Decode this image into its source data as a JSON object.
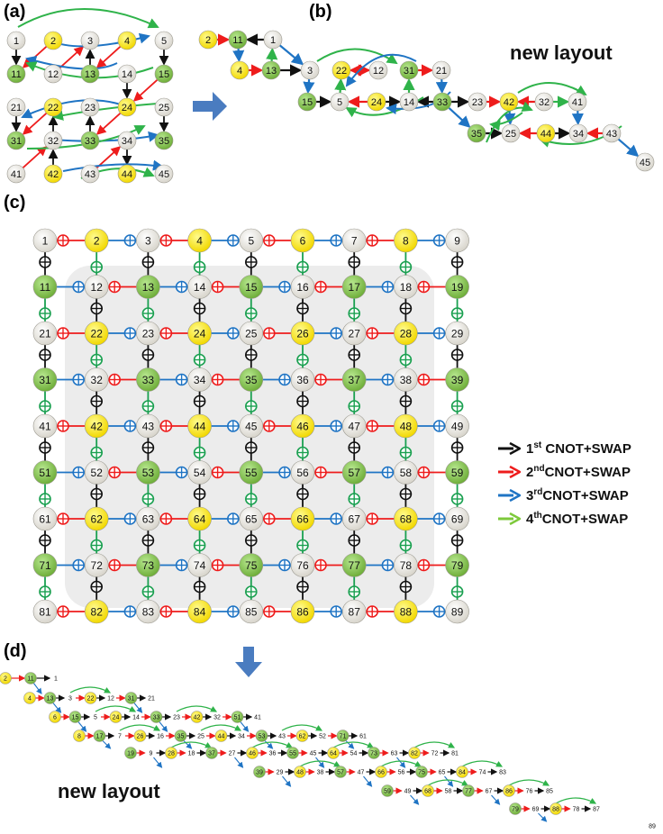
{
  "panels": {
    "a": "(a)",
    "b": "(b)",
    "c": "(c)",
    "d": "(d)"
  },
  "captions": {
    "b_new_layout": "new layout",
    "d_new_layout": "new layout"
  },
  "legend": [
    {
      "ord": "1",
      "sup": "st",
      "rest": " CNOT+SWAP",
      "color": "#111111"
    },
    {
      "ord": "2",
      "sup": "nd",
      "rest": "CNOT+SWAP",
      "color": "#ee1c1c"
    },
    {
      "ord": "3",
      "sup": "rd",
      "rest": "CNOT+SWAP",
      "color": "#1f74c4"
    },
    {
      "ord": "4",
      "sup": "th",
      "rest": "CNOT+SWAP",
      "color": "#7dc93b"
    }
  ],
  "colors": {
    "yellow": "#ffee00",
    "green": "#8cc850",
    "white": "#f2f0ea",
    "black": "#111111",
    "red": "#ee1c1c",
    "blue": "#1f74c4",
    "teal": "#1aa050"
  },
  "grid_c": {
    "rows": [
      [
        "1",
        "2",
        "3",
        "4",
        "5",
        "6",
        "7",
        "8",
        "9"
      ],
      [
        "11",
        "12",
        "13",
        "14",
        "15",
        "16",
        "17",
        "18",
        "19"
      ],
      [
        "21",
        "22",
        "23",
        "24",
        "25",
        "26",
        "27",
        "28",
        "29"
      ],
      [
        "31",
        "32",
        "33",
        "34",
        "35",
        "36",
        "37",
        "38",
        "39"
      ],
      [
        "41",
        "42",
        "43",
        "44",
        "45",
        "46",
        "47",
        "48",
        "49"
      ],
      [
        "51",
        "52",
        "53",
        "54",
        "55",
        "56",
        "57",
        "58",
        "59"
      ],
      [
        "61",
        "62",
        "63",
        "64",
        "65",
        "66",
        "67",
        "68",
        "69"
      ],
      [
        "71",
        "72",
        "73",
        "74",
        "75",
        "76",
        "77",
        "78",
        "79"
      ],
      [
        "81",
        "82",
        "83",
        "84",
        "85",
        "86",
        "87",
        "88",
        "89"
      ]
    ]
  },
  "grid_a": {
    "nodes": [
      [
        "1",
        "2",
        "3",
        "4",
        "5"
      ],
      [
        "11",
        "12",
        "13",
        "14",
        "15"
      ],
      [
        "21",
        "22",
        "23",
        "24",
        "25"
      ],
      [
        "31",
        "32",
        "33",
        "34",
        "35"
      ],
      [
        "41",
        "42",
        "43",
        "44",
        "45"
      ]
    ]
  },
  "layout_b": [
    [
      "2",
      ""
    ],
    [
      "11",
      ""
    ],
    [
      "1",
      ""
    ],
    [
      "4",
      ""
    ],
    [
      "13",
      ""
    ],
    [
      "3",
      ""
    ],
    [
      "22",
      ""
    ],
    [
      "12",
      ""
    ],
    [
      "31",
      ""
    ],
    [
      "21",
      ""
    ],
    [
      "15",
      ""
    ],
    [
      "5",
      ""
    ],
    [
      "24",
      ""
    ],
    [
      "14",
      ""
    ],
    [
      "33",
      ""
    ],
    [
      "23",
      ""
    ],
    [
      "42",
      ""
    ],
    [
      "32",
      ""
    ],
    [
      "41",
      ""
    ],
    [
      "35",
      ""
    ],
    [
      "25",
      ""
    ],
    [
      "44",
      ""
    ],
    [
      "34",
      ""
    ],
    [
      "43",
      ""
    ],
    [
      "45",
      ""
    ]
  ],
  "layout_d": [
    "2",
    "11",
    "1",
    "4",
    "13",
    "3",
    "22",
    "12",
    "31",
    "21",
    "6",
    "15",
    "5",
    "24",
    "14",
    "33",
    "23",
    "42",
    "32",
    "51",
    "41",
    "8",
    "17",
    "7",
    "26",
    "16",
    "35",
    "25",
    "44",
    "34",
    "53",
    "43",
    "62",
    "52",
    "71",
    "61",
    "19",
    "9",
    "28",
    "18",
    "37",
    "27",
    "46",
    "36",
    "55",
    "45",
    "64",
    "54",
    "73",
    "63",
    "82",
    "72",
    "81",
    "39",
    "29",
    "48",
    "38",
    "57",
    "47",
    "66",
    "56",
    "75",
    "65",
    "84",
    "74",
    "83",
    "59",
    "49",
    "68",
    "58",
    "77",
    "67",
    "86",
    "76",
    "85",
    "79",
    "69",
    "88",
    "78",
    "87",
    "89"
  ]
}
